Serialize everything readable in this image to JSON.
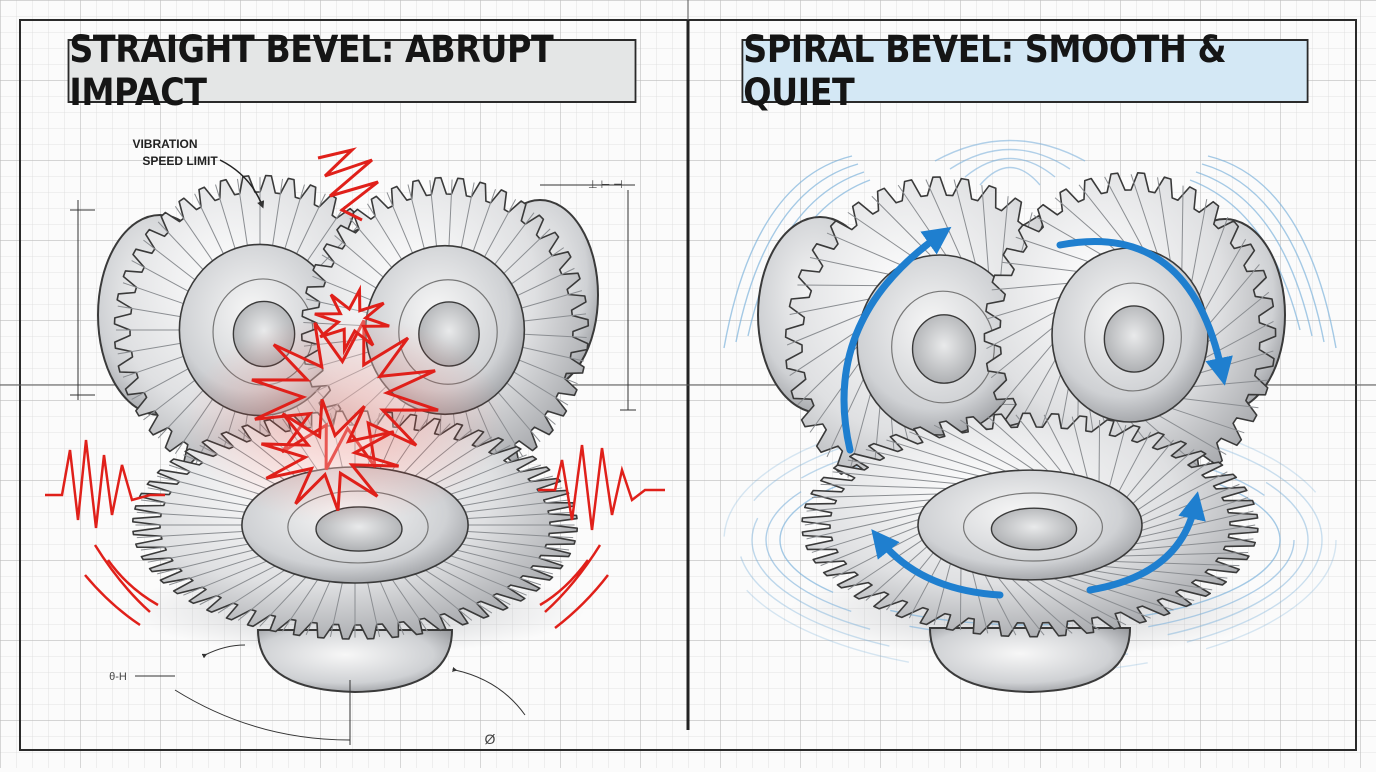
{
  "panels": {
    "left": {
      "title": "STRAIGHT BEVEL: ABRUPT IMPACT",
      "callout_line1": "VIBRATION",
      "callout_line2": "SPEED LIMIT",
      "dim_label_bottom": "θ-H",
      "dim_label_diameter": "Ø",
      "accent_color": "#e0201a"
    },
    "right": {
      "title": "SPIRAL BEVEL: SMOOTH & QUIET",
      "accent_color": "#1f7fcf"
    }
  },
  "colors": {
    "grid_minor": "#dcdcdc",
    "grid_major": "#bcbcbc",
    "metal_light": "#f4f4f4",
    "metal_dark": "#9a9ca0",
    "ink": "#3a3a3a"
  },
  "icons": [
    "gear-icon",
    "impact-burst-icon",
    "vibration-wave-icon",
    "rotation-arrow-icon"
  ]
}
